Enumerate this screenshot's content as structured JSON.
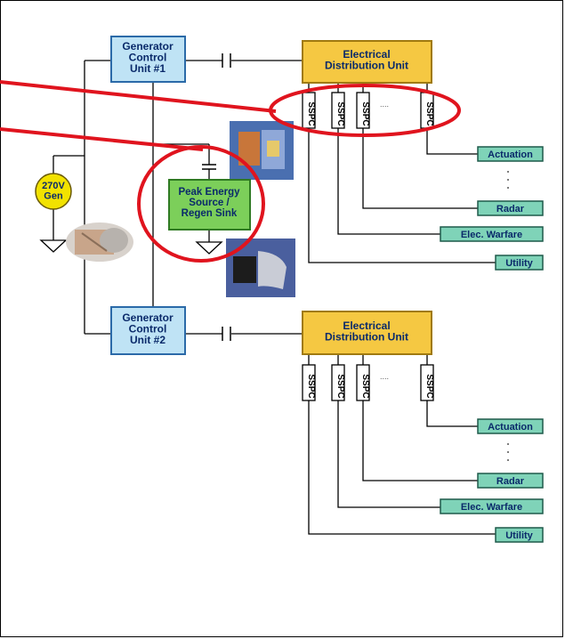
{
  "diagram": {
    "generator": "270V\nGen",
    "gcu1": "Generator\nControl\nUnit #1",
    "gcu2": "Generator\nControl\nUnit #2",
    "edu1": "Electrical\nDistribution Unit",
    "edu2": "Electrical\nDistribution Unit",
    "peak": "Peak Energy\nSource /\nRegen Sink",
    "sspc": "SSPC",
    "ellipsis": "....",
    "loads": [
      "Actuation",
      "Radar",
      "Elec. Warfare",
      "Utility"
    ]
  },
  "colors": {
    "gcu_fill": "#bfe3f5",
    "edu_fill": "#f5c842",
    "peak_fill": "#7ccf5a",
    "load_fill": "#7fd3b8",
    "gen_fill": "#f2e200",
    "highlight": "#e0141e",
    "line": "#000000"
  }
}
